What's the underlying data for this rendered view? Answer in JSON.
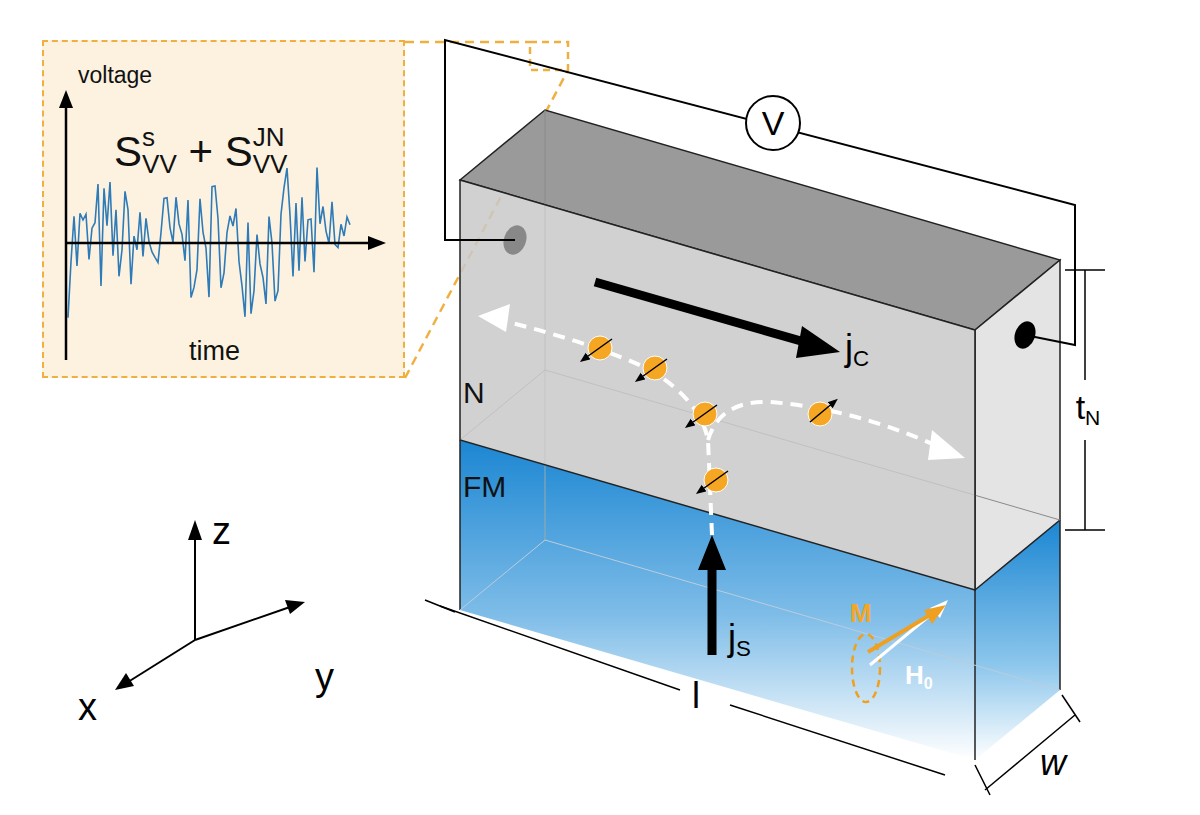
{
  "diagram": {
    "nodes": [
      {
        "text": [
          "voltage",
          "SsVV + SJNVV",
          "time"
        ]
      },
      {
        "text": [
          "V"
        ]
      }
    ],
    "labels": [
      "N",
      "FM",
      "jC",
      "jS",
      "M",
      "H0",
      "tN",
      "l",
      "w",
      "x",
      "y",
      "z"
    ]
  }
}
